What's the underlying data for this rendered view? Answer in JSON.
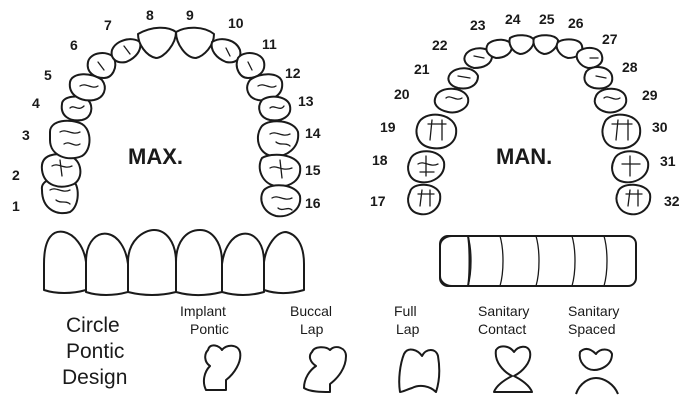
{
  "arches": {
    "max_label": "MAX.",
    "man_label": "MAN."
  },
  "teeth_numbers": [
    "1",
    "2",
    "3",
    "4",
    "5",
    "6",
    "7",
    "8",
    "9",
    "10",
    "11",
    "12",
    "13",
    "14",
    "15",
    "16",
    "17",
    "18",
    "19",
    "20",
    "21",
    "22",
    "23",
    "24",
    "25",
    "26",
    "27",
    "28",
    "29",
    "30",
    "31",
    "32"
  ],
  "pontic_designs": {
    "title_lines": [
      "Circle",
      "Pontic",
      "Design"
    ],
    "options": [
      {
        "lines": [
          "Implant",
          "Pontic"
        ]
      },
      {
        "lines": [
          "Buccal",
          "Lap"
        ]
      },
      {
        "lines": [
          "Full",
          "Lap"
        ]
      },
      {
        "lines": [
          "Sanitary",
          "Contact"
        ]
      },
      {
        "lines": [
          "Sanitary",
          "Spaced"
        ]
      }
    ]
  }
}
